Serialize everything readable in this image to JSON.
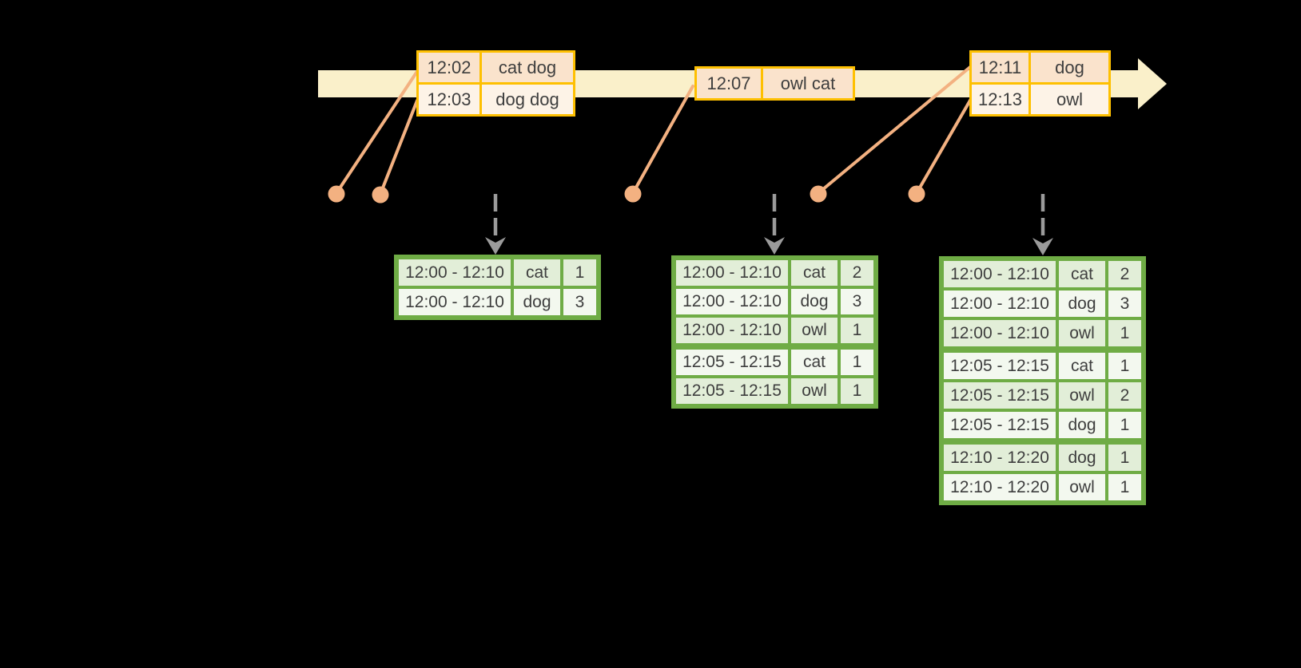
{
  "event_tables": [
    {
      "rows": [
        {
          "time": "12:02",
          "words": "cat dog"
        },
        {
          "time": "12:03",
          "words": "dog dog"
        }
      ]
    },
    {
      "rows": [
        {
          "time": "12:07",
          "words": "owl cat"
        }
      ]
    },
    {
      "rows": [
        {
          "time": "12:11",
          "words": "dog"
        },
        {
          "time": "12:13",
          "words": "owl"
        }
      ]
    }
  ],
  "result_tables": [
    {
      "rows": [
        {
          "window": "12:00 - 12:10",
          "word": "cat",
          "count": "1"
        },
        {
          "window": "12:00 - 12:10",
          "word": "dog",
          "count": "3"
        }
      ]
    },
    {
      "rows": [
        {
          "window": "12:00 - 12:10",
          "word": "cat",
          "count": "2"
        },
        {
          "window": "12:00 - 12:10",
          "word": "dog",
          "count": "3"
        },
        {
          "window": "12:00 - 12:10",
          "word": "owl",
          "count": "1"
        },
        {
          "window": "12:05 - 12:15",
          "word": "cat",
          "count": "1"
        },
        {
          "window": "12:05 - 12:15",
          "word": "owl",
          "count": "1"
        }
      ]
    },
    {
      "rows": [
        {
          "window": "12:00 - 12:10",
          "word": "cat",
          "count": "2"
        },
        {
          "window": "12:00 - 12:10",
          "word": "dog",
          "count": "3"
        },
        {
          "window": "12:00 - 12:10",
          "word": "owl",
          "count": "1"
        },
        {
          "window": "12:05 - 12:15",
          "word": "cat",
          "count": "1"
        },
        {
          "window": "12:05 - 12:15",
          "word": "owl",
          "count": "2"
        },
        {
          "window": "12:05 - 12:15",
          "word": "dog",
          "count": "1"
        },
        {
          "window": "12:10 - 12:20",
          "word": "dog",
          "count": "1"
        },
        {
          "window": "12:10 - 12:20",
          "word": "owl",
          "count": "1"
        }
      ]
    }
  ],
  "colors": {
    "background": "#000000",
    "timeline_fill": "#faf0ca",
    "event_table_border": "#fec001",
    "event_row_dark": "#fae3cc",
    "event_row_light": "#fdf3e7",
    "connector_orange": "#f3b181",
    "result_table_border": "#6fac45",
    "result_row_dark": "#e2eed8",
    "result_row_light": "#f3f8ef",
    "trigger_arrow_gray": "#9b9b9b",
    "text": "#3e3e3e"
  }
}
